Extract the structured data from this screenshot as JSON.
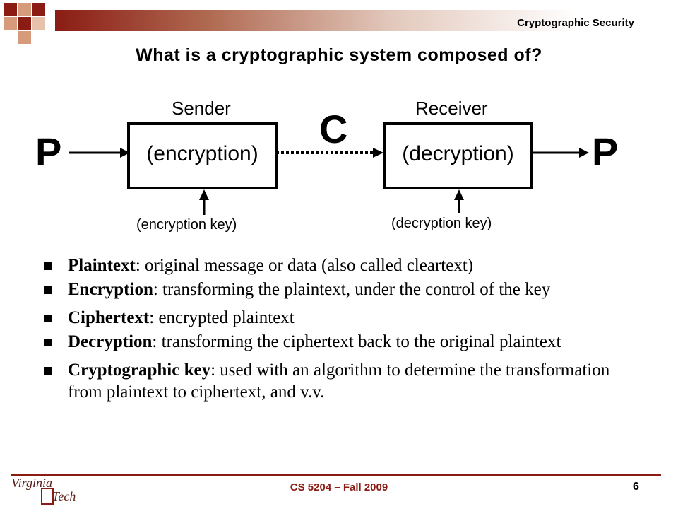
{
  "header": {
    "running_title": "Cryptographic Security",
    "title": "What is a cryptographic system composed of?"
  },
  "diagram": {
    "plaintext_in": "P",
    "plaintext_out": "P",
    "ciphertext": "C",
    "sender_label": "Sender",
    "receiver_label": "Receiver",
    "encryption_box": "(encryption)",
    "decryption_box": "(decryption)",
    "encryption_key": "(encryption key)",
    "decryption_key": "(decryption key)"
  },
  "bullets": [
    {
      "term": "Plaintext",
      "text": ": original message or data (also called cleartext)"
    },
    {
      "term": "Encryption",
      "text": ": transforming the plaintext, under the control of the key"
    },
    {
      "term": "Ciphertext",
      "text": ": encrypted plaintext"
    },
    {
      "term": "Decryption",
      "text": ": transforming the ciphertext back to the original plaintext"
    },
    {
      "term": "Cryptographic key",
      "text": ": used with an algorithm to determine the transformation from plaintext to ciphertext, and v.v."
    }
  ],
  "footer": {
    "course": "CS 5204 – Fall 2009",
    "page_number": "6",
    "logo_top": "Virginia",
    "logo_bottom": "Tech"
  },
  "colors": {
    "brand_maroon": "#8a1c14",
    "brand_orange": "#c8743a"
  }
}
